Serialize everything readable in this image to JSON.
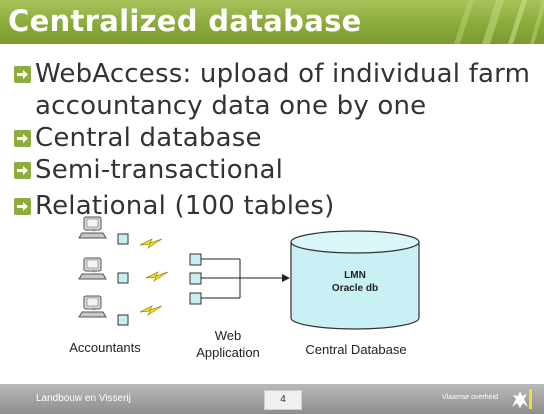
{
  "slide": {
    "title": "Centralized database",
    "bullets": [
      "WebAccess: upload of individual farm accountancy data one by one",
      "Central database",
      "Semi-transactional",
      "Relational (100 tables)"
    ],
    "colors": {
      "accent": "#8dac3d",
      "header": "#8aab3a",
      "cylinder": "#c9f0f4",
      "footer": "#9b9b9b"
    }
  },
  "diagram": {
    "accountants_label": "Accountants",
    "web_label_line1": "Web",
    "web_label_line2": "Application",
    "db_label": "Central Database",
    "db_name_line1": "LMN",
    "db_name_line2": "Oracle db",
    "icons": [
      "computer-icon",
      "lightning-icon",
      "server-icon",
      "database-cylinder"
    ]
  },
  "footer": {
    "left": "Landbouw en Visserij",
    "page": "4",
    "right": "Vlaamse overheid"
  }
}
